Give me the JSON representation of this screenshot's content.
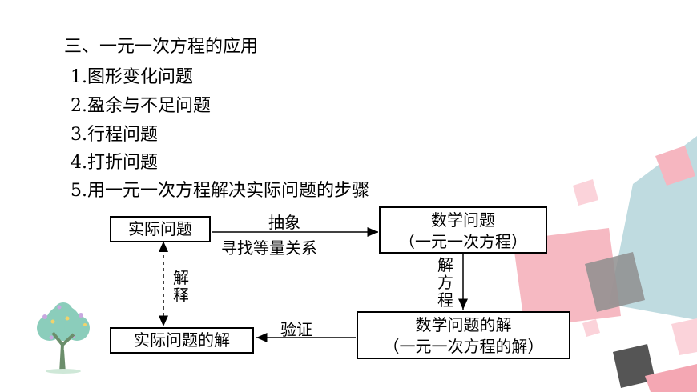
{
  "heading": "三、一元一次方程的应用",
  "items": [
    "1.图形变化问题",
    "2.盈余与不足问题",
    "3.行程问题",
    "4.打折问题",
    "5.用一元一次方程解决实际问题的步骤"
  ],
  "flowchart": {
    "box_real_problem": "实际问题",
    "box_math_problem_line1": "数学问题",
    "box_math_problem_line2": "（一元一次方程）",
    "box_math_solution_line1": "数学问题的解",
    "box_math_solution_line2": "（一元一次方程的解）",
    "box_real_solution": "实际问题的解",
    "arrow_abstract": "抽象",
    "arrow_find_relation": "寻找等量关系",
    "arrow_solve_equation": [
      "解",
      "方",
      "程"
    ],
    "arrow_verify": "验证",
    "arrow_explain": [
      "解",
      "释"
    ]
  },
  "colors": {
    "pink": "#f4a7b3",
    "light_pink": "#fbd3da",
    "teal": "#a9cfd5",
    "gray": "#9a9a9a",
    "dark": "#555555"
  }
}
